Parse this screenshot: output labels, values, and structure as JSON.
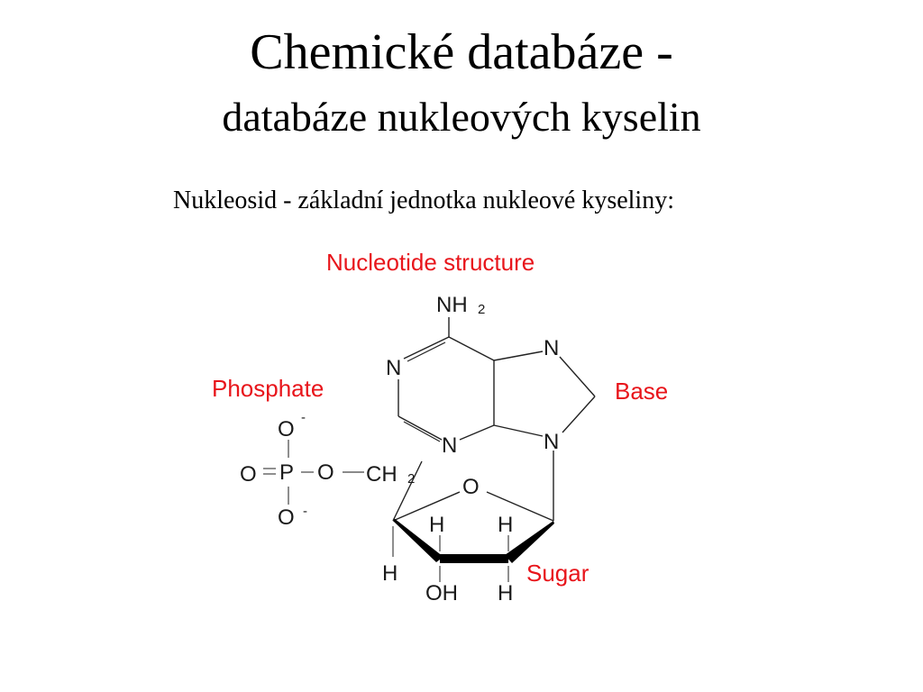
{
  "slide": {
    "title_line1": "Chemické databáze -",
    "title_line2": "databáze nukleových kyselin",
    "subtitle": "Nukleosid - základní jednotka nukleové kyseliny:"
  },
  "diagram": {
    "heading": "Nucleotide structure",
    "labels": {
      "phosphate": "Phosphate",
      "base": "Base",
      "sugar": "Sugar"
    },
    "atoms": {
      "nh2_main": "NH",
      "nh2_sub": "2",
      "n_ring_left": "N",
      "n_ring_bottom": "N",
      "n_top_right": "N",
      "n_glyco": "N",
      "o_top": "O",
      "o_top_charge": "-",
      "o_left": "O",
      "p": "P",
      "o_bridge": "O",
      "ch2_main": "CH",
      "ch2_sub": "2",
      "o_bottom": "O",
      "o_bottom_charge": "-",
      "o_ring": "O",
      "h_c3_up": "H",
      "h_c2_up": "H",
      "h_c4_down": "H",
      "oh_c3": "OH",
      "h_c2_down": "H"
    },
    "colors": {
      "label": "#e8151b",
      "bond": "#222222"
    }
  }
}
